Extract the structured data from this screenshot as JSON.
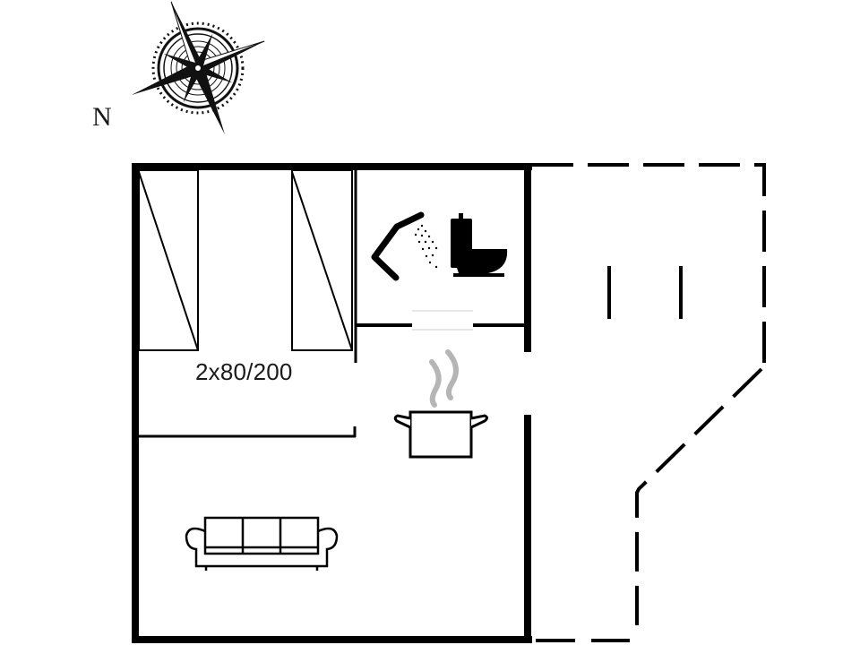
{
  "compass": {
    "label": "N",
    "icon": "compass-rose-icon"
  },
  "rooms": {
    "bedroom": {
      "bed_label": "2x80/200",
      "beds": 2,
      "icon": "single-bed-icon"
    },
    "bathroom": {
      "icons": [
        "shower-icon",
        "toilet-icon"
      ]
    },
    "kitchen": {
      "icon": "cooking-pot-icon"
    },
    "living_room": {
      "icon": "sofa-icon"
    },
    "terrace": {
      "style": "dashed-outline"
    }
  },
  "colors": {
    "wall": "#000000",
    "background": "#ffffff",
    "steam": "#b5b5b5"
  }
}
